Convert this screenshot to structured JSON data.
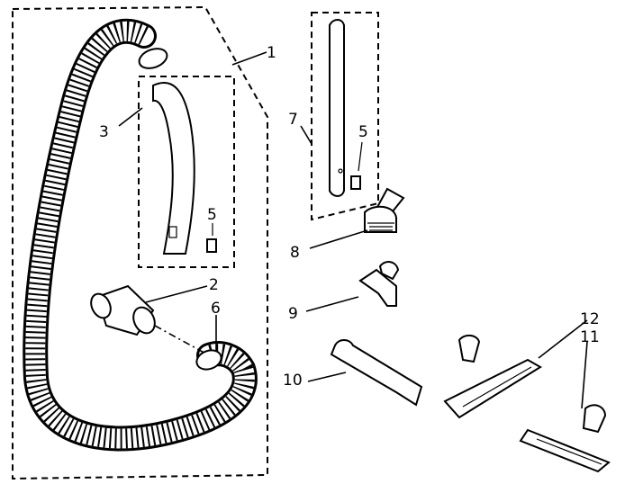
{
  "callouts": {
    "c1": "1",
    "c2": "2",
    "c3": "3",
    "c5a": "5",
    "c5b": "5",
    "c6": "6",
    "c7": "7",
    "c8": "8",
    "c9": "9",
    "c10": "10",
    "c11": "11",
    "c12": "12"
  },
  "colors": {
    "line": "#000000",
    "background": "#ffffff"
  },
  "parts": [
    "hose-assembly",
    "hose-handle-end",
    "curved-wand",
    "latch-clip",
    "hose-swivel-end",
    "straight-wand",
    "dusting-brush",
    "upholstery-tool",
    "crevice-tool",
    "floor-tool",
    "floor-tool-alt"
  ]
}
